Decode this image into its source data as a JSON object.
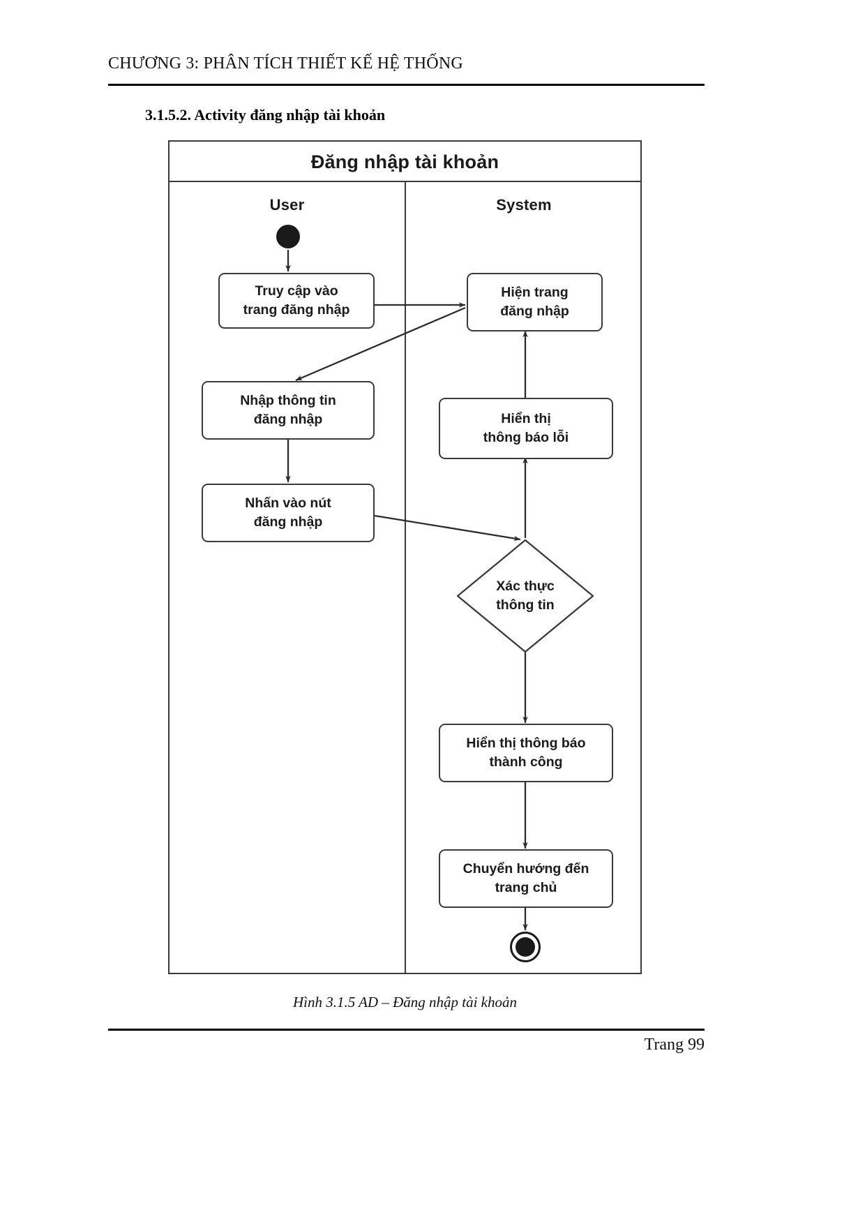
{
  "document": {
    "running_head": "CHƯƠNG 3: PHÂN TÍCH THIẾT KẾ HỆ THỐNG",
    "section_heading": "3.1.5.2. Activity đăng nhập tài khoản",
    "figure_caption": "Hình 3.1.5 AD – Đăng nhập tài khoản",
    "page_number": "Trang 99"
  },
  "diagram": {
    "title": "Đăng nhập tài khoản",
    "type": "uml-activity-diagram",
    "lanes": [
      {
        "id": "user",
        "label": "User"
      },
      {
        "id": "system",
        "label": "System"
      }
    ],
    "nodes": [
      {
        "id": "start",
        "kind": "initial-node",
        "lane": "user",
        "label": ""
      },
      {
        "id": "truy-cap",
        "kind": "action",
        "lane": "user",
        "label": "Truy cập vào\ntrang đăng nhập",
        "line1": "Truy cập vào",
        "line2": "trang đăng nhập"
      },
      {
        "id": "hien-trang",
        "kind": "action",
        "lane": "system",
        "label": "Hiện trang\nđăng nhập",
        "line1": "Hiện trang",
        "line2": "đăng nhập"
      },
      {
        "id": "nhap-tt",
        "kind": "action",
        "lane": "user",
        "label": "Nhập thông tin\nđăng nhập",
        "line1": "Nhập thông tin",
        "line2": "đăng nhập"
      },
      {
        "id": "bao-loi",
        "kind": "action",
        "lane": "system",
        "label": "Hiển thị\nthông báo lỗi",
        "line1": "Hiển thị",
        "line2": "thông báo lỗi"
      },
      {
        "id": "nhan-nut",
        "kind": "action",
        "lane": "user",
        "label": "Nhấn vào nút\nđăng nhập",
        "line1": "Nhấn vào nút",
        "line2": "đăng nhập"
      },
      {
        "id": "xac-thuc",
        "kind": "decision",
        "lane": "system",
        "label": "Xác thực\nthông tin",
        "line1": "Xác thực",
        "line2": "thông tin"
      },
      {
        "id": "thanh-cong",
        "kind": "action",
        "lane": "system",
        "label": "Hiển thị thông báo\nthành công",
        "line1": "Hiển thị thông báo",
        "line2": "thành công"
      },
      {
        "id": "chuyen-huong",
        "kind": "action",
        "lane": "system",
        "label": "Chuyển hướng đến\ntrang chủ",
        "line1": "Chuyển hướng đến",
        "line2": "trang chủ"
      },
      {
        "id": "end",
        "kind": "final-node",
        "lane": "system",
        "label": ""
      }
    ],
    "edges": [
      {
        "from": "start",
        "to": "truy-cap",
        "guard": ""
      },
      {
        "from": "truy-cap",
        "to": "hien-trang",
        "guard": ""
      },
      {
        "from": "hien-trang",
        "to": "nhap-tt",
        "guard": ""
      },
      {
        "from": "nhap-tt",
        "to": "nhan-nut",
        "guard": ""
      },
      {
        "from": "nhan-nut",
        "to": "xac-thuc",
        "guard": ""
      },
      {
        "from": "xac-thuc",
        "to": "bao-loi",
        "guard": ""
      },
      {
        "from": "bao-loi",
        "to": "hien-trang",
        "guard": ""
      },
      {
        "from": "xac-thuc",
        "to": "thanh-cong",
        "guard": ""
      },
      {
        "from": "thanh-cong",
        "to": "chuyen-huong",
        "guard": ""
      },
      {
        "from": "chuyen-huong",
        "to": "end",
        "guard": ""
      }
    ]
  },
  "colors": {
    "stroke": "#3a3a3a",
    "node_fill": "#ffffff",
    "text": "#1b1b1b",
    "rule": "#000000"
  }
}
